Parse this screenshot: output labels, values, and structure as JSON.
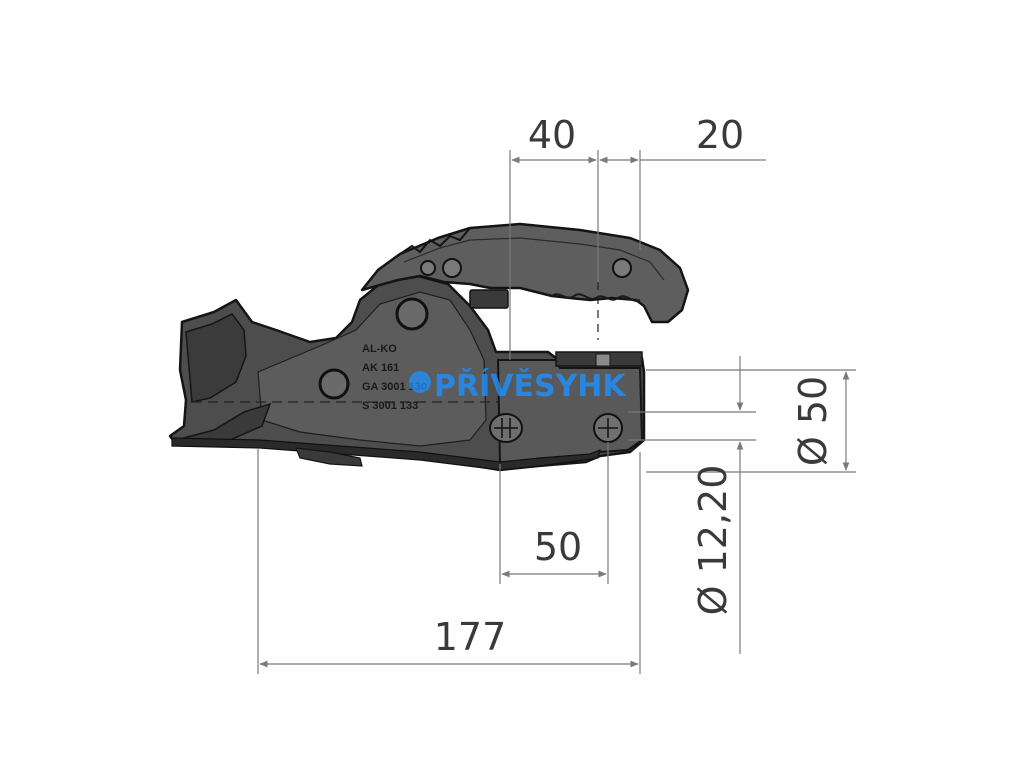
{
  "dimensions": {
    "top_left": "40",
    "top_right": "20",
    "middle": "50",
    "bottom": "177",
    "ball_diameter": "Ø 50",
    "bolt_diameter": "Ø 12,20"
  },
  "casting_marks": [
    "AL-KO",
    "AK 161",
    "GA 3001 130",
    "S 3001 133"
  ],
  "watermark": {
    "text": "PŘÍVĚSYHK",
    "color": "#1e90ff"
  },
  "colors": {
    "body": "#4a4a4a",
    "body_dark": "#2c2c2c",
    "handle": "#5a5a5a",
    "dimension_line": "#7a7a7a"
  }
}
